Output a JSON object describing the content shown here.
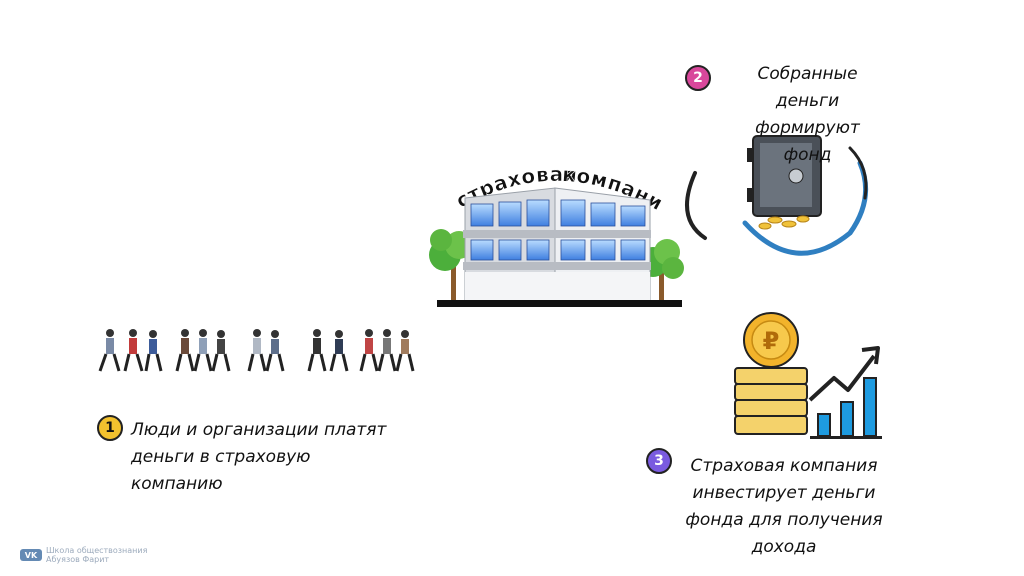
{
  "building": {
    "arc_word_1": "страховая",
    "arc_word_2": "компания"
  },
  "steps": [
    {
      "number": "1",
      "color": "#f2c12e",
      "text_lines": [
        "Люди и организации платят",
        "деньги в страховую",
        "компанию"
      ]
    },
    {
      "number": "2",
      "color": "#d9479b",
      "text_lines": [
        "Собранные",
        "деньги",
        "формируют",
        "фонд"
      ]
    },
    {
      "number": "3",
      "color": "#7a5be0",
      "text_lines": [
        "Страховая компания",
        "инвестирует деньги",
        "фонда для получения",
        "дохода"
      ]
    }
  ],
  "coin": {
    "symbol": "₽"
  },
  "watermark": {
    "logo": "VK",
    "line1": "Школа обществознания",
    "line2": "Абуязов Фарит"
  }
}
